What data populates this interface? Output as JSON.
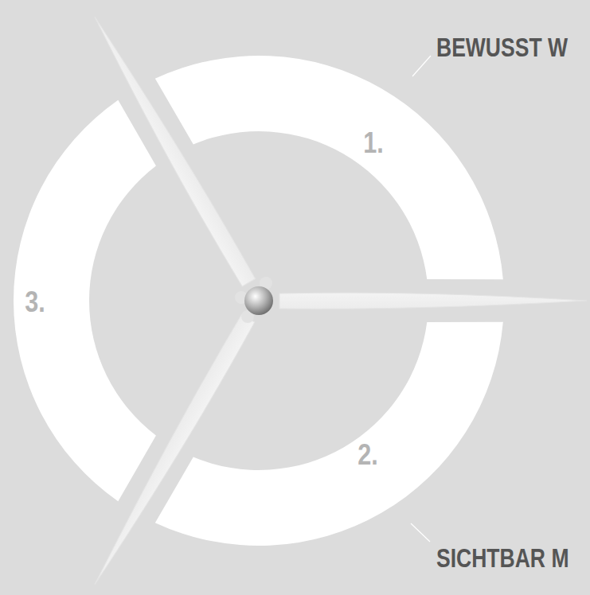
{
  "diagram": {
    "nodes": [
      {
        "text": [
          "1."
        ]
      },
      {
        "text": [
          "2."
        ]
      },
      {
        "text": [
          "3."
        ]
      }
    ],
    "labels": [
      "BEWUSST W",
      "SICHTBAR M"
    ]
  }
}
